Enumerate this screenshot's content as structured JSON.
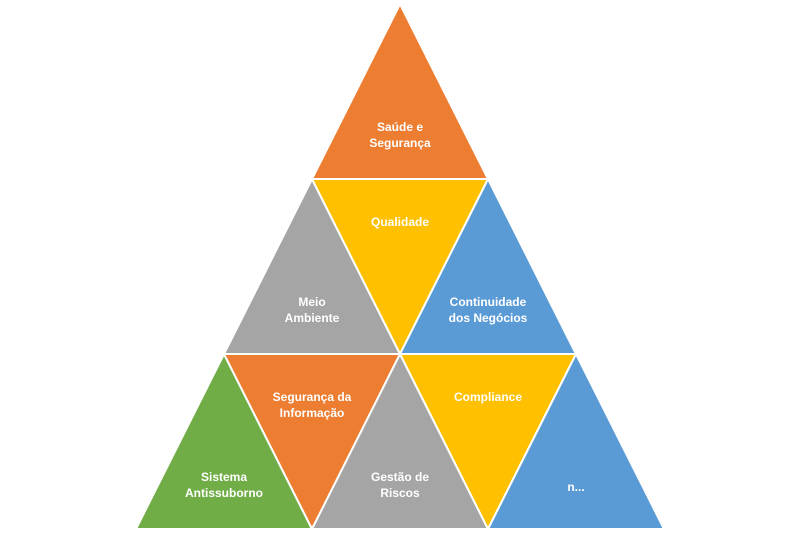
{
  "tiles": [
    {
      "name": "tile-saude-seguranca",
      "label": "Saúde e\nSegurança",
      "color": "#ED7D31"
    },
    {
      "name": "tile-meio-ambiente",
      "label": "Meio\nAmbiente",
      "color": "#A5A5A5"
    },
    {
      "name": "tile-qualidade",
      "label": "Qualidade",
      "color": "#FFC000"
    },
    {
      "name": "tile-continuidade-negocios",
      "label": "Continuidade\ndos Negócios",
      "color": "#5B9BD5"
    },
    {
      "name": "tile-sistema-antissuborno",
      "label": "Sistema\nAntissuborno",
      "color": "#70AD47"
    },
    {
      "name": "tile-seguranca-informacao",
      "label": "Segurança da\nInformação",
      "color": "#ED7D31"
    },
    {
      "name": "tile-gestao-riscos",
      "label": "Gestão de\nRiscos",
      "color": "#A5A5A5"
    },
    {
      "name": "tile-compliance",
      "label": "Compliance",
      "color": "#FFC000"
    },
    {
      "name": "tile-more",
      "label": "n...",
      "color": "#5B9BD5"
    }
  ]
}
